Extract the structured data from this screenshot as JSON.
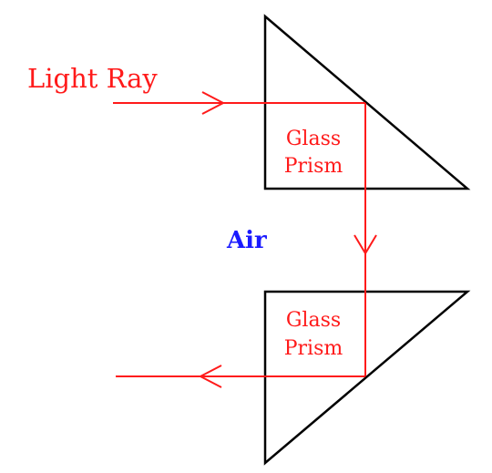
{
  "labels": {
    "light_ray": "Light Ray",
    "top_prism_line1": "Glass",
    "top_prism_line2": "Prism",
    "air": "Air",
    "bottom_prism_line1": "Glass",
    "bottom_prism_line2": "Prism"
  },
  "colors": {
    "ray": "#ff1a1a",
    "prism_outline": "#000000",
    "air_label": "#1a1aff",
    "background": "#ffffff"
  }
}
